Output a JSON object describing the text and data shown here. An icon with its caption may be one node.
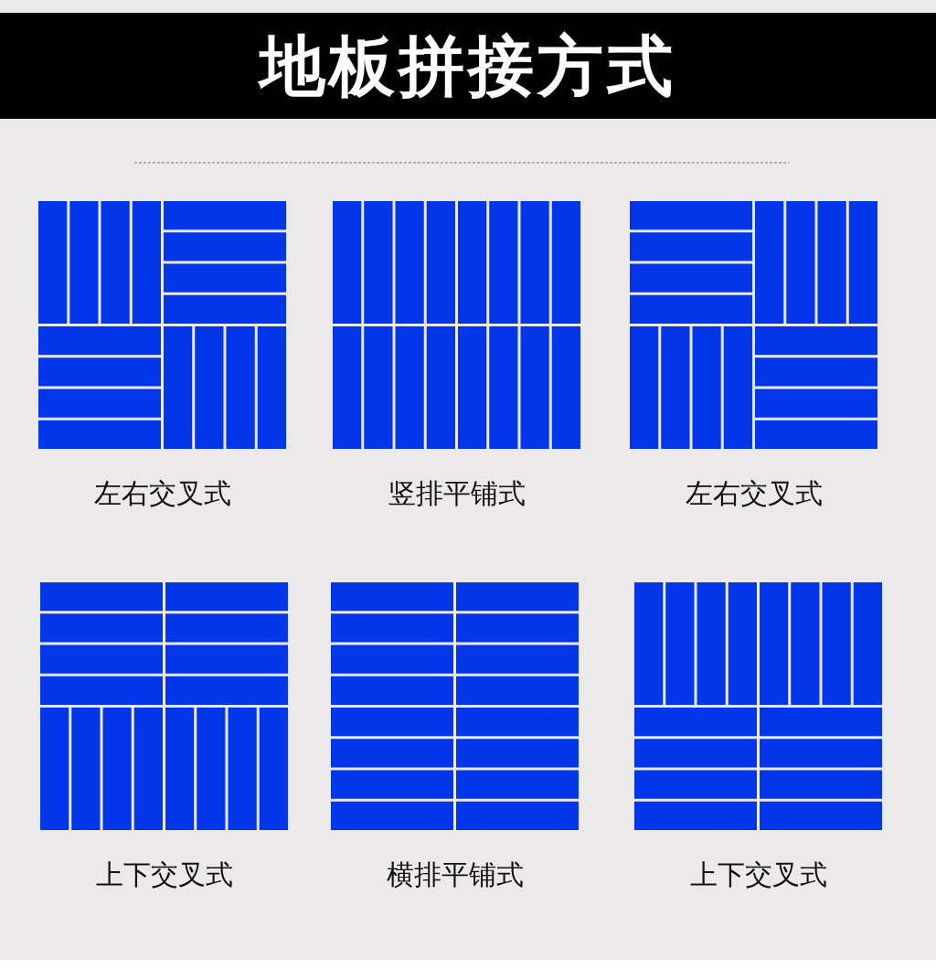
{
  "diagram": {
    "title": "地板拼接方式",
    "labels": [
      "左右交叉式",
      "竖排平铺式",
      "左右交叉式",
      "上下交叉式",
      "横排平铺式",
      "上下交叉式"
    ]
  }
}
